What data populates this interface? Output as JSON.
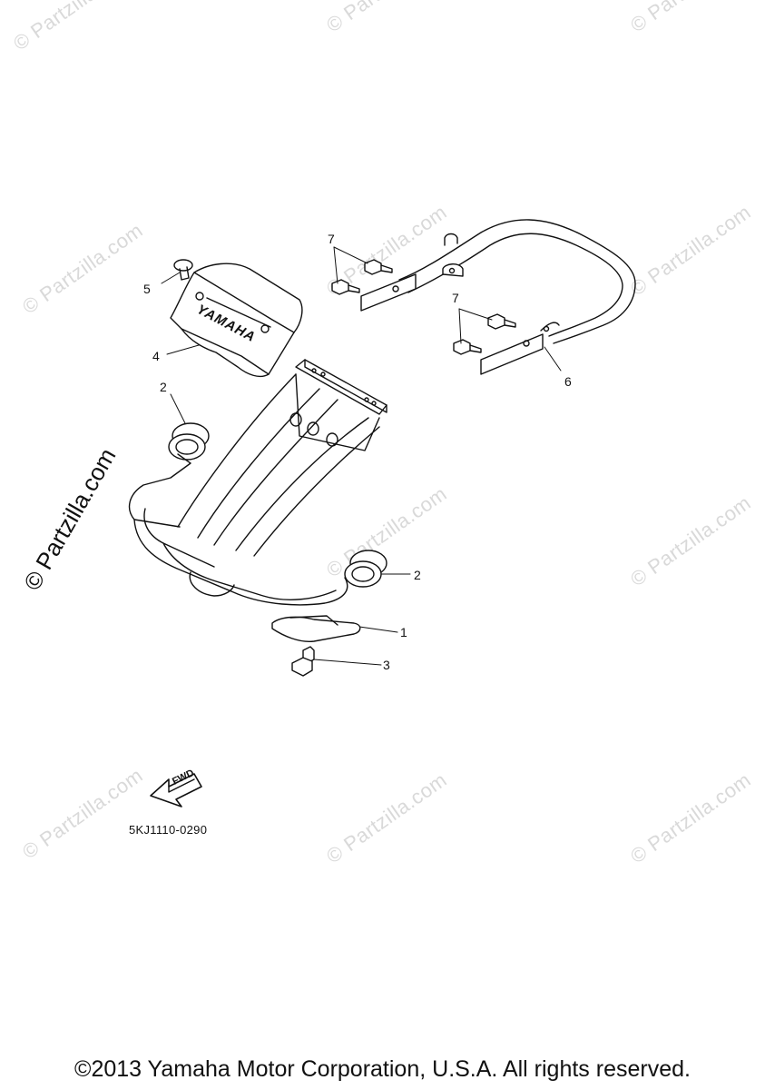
{
  "watermark": {
    "text": "© Partzilla.com",
    "color": "#d9d9d9"
  },
  "callouts": {
    "c1": "1",
    "c2a": "2",
    "c2b": "2",
    "c3": "3",
    "c4": "4",
    "c5": "5",
    "c6": "6",
    "c7a": "7",
    "c7b": "7"
  },
  "cover_logo": "YAMAHA",
  "fwd_label": "FWD",
  "diagram_code": "5KJ1110-0290",
  "copyright": "©2013 Yamaha Motor Corporation, U.S.A. All rights reserved.",
  "icons": [
    "fwd-arrow-icon",
    "copyright-symbol"
  ]
}
